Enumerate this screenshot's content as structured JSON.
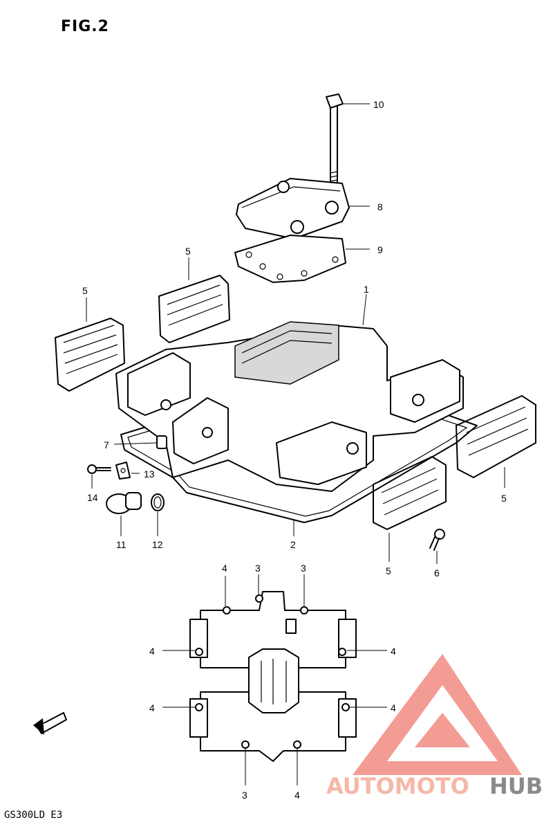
{
  "figure": {
    "title": "FIG.2",
    "model_code": "GS300LD E3"
  },
  "callouts": {
    "c1": "1",
    "c2": "2",
    "c3a": "3",
    "c3b": "3",
    "c3c": "3",
    "c4a": "4",
    "c4b": "4",
    "c4c": "4",
    "c4d": "4",
    "c4e": "4",
    "c4f": "4",
    "c5a": "5",
    "c5b": "5",
    "c5c": "5",
    "c5d": "5",
    "c6": "6",
    "c7": "7",
    "c8": "8",
    "c9": "9",
    "c10": "10",
    "c11": "11",
    "c12": "12",
    "c13": "13",
    "c14": "14"
  },
  "watermark": {
    "text_primary": "AUTOMOTO",
    "text_secondary": "HUB",
    "color_primary": "#f5b8a8",
    "color_secondary": "#8a8a8a",
    "logo_color": "#f08080"
  },
  "direction_marker": "FWD"
}
